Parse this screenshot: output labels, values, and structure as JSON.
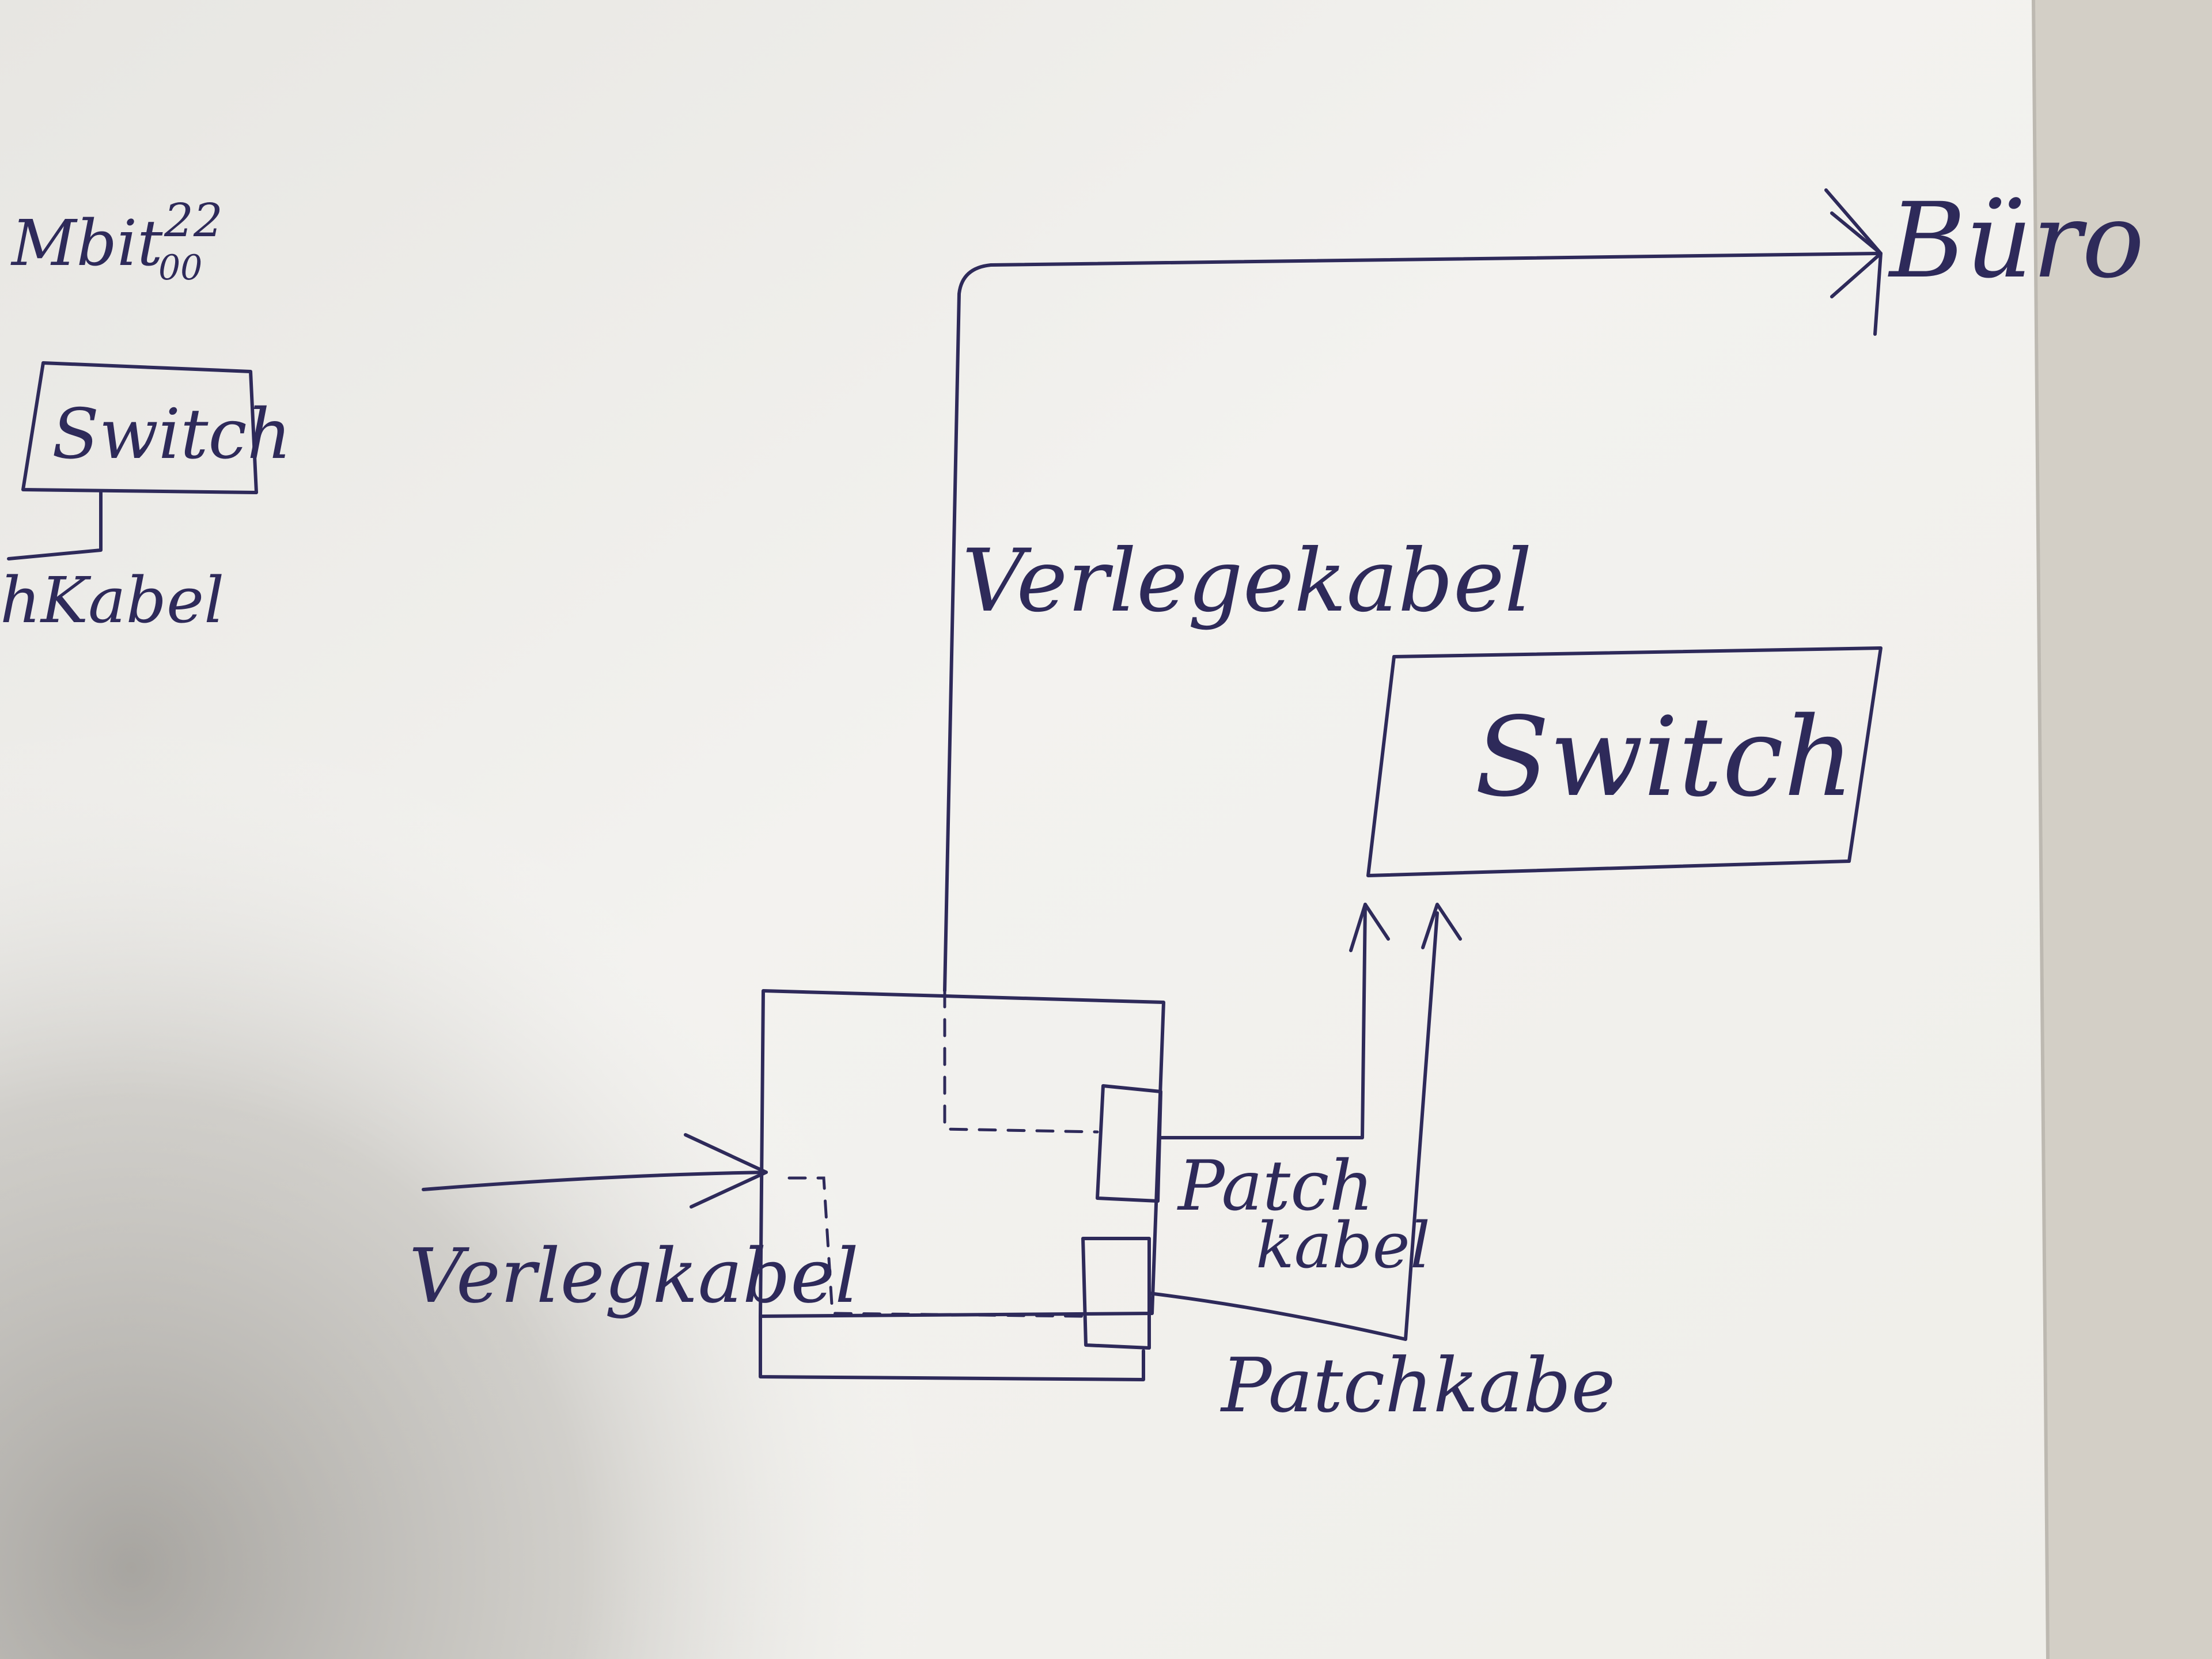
{
  "sketch": {
    "top_left_note": "Mbit",
    "top_left_superscript": "22",
    "top_left_subscript": "00",
    "small_switch_label": "Switch",
    "small_cable_label": "hKabel",
    "destination_label": "Büro",
    "vertical_cable_label": "Verlegekabel",
    "main_switch_label": "Switch",
    "left_cable_label": "Verlegkabel",
    "patch_cable_upper_label_line1": "Patch",
    "patch_cable_upper_label_line2": "kabel",
    "patch_cable_lower_label": "Patchkabe"
  },
  "colors": {
    "ink": "#2e2a5a",
    "paper_light": "#f4f3f0",
    "paper_shadow": "#c9c6c0",
    "background": "#d9d6cf"
  }
}
